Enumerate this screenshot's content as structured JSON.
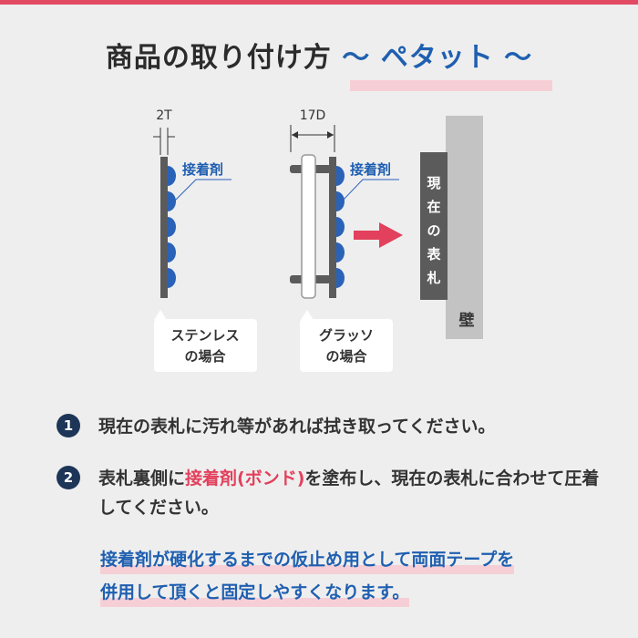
{
  "title": {
    "main": "商品の取り付け方",
    "sub": "～ ペタット ～"
  },
  "diagram": {
    "dim_left": "2T",
    "dim_right": "17D",
    "adhesive_left": "接着剤",
    "adhesive_right": "接着剤",
    "caption_left_1": "ステンレス",
    "caption_left_2": "の場合",
    "caption_right_1": "グラッソ",
    "caption_right_2": "の場合",
    "plate_chars": [
      "現",
      "在",
      "の",
      "表",
      "札"
    ],
    "wall_label": "壁",
    "colors": {
      "plate_dark": "#5b5b5b",
      "adhesive_blue": "#2a62b8",
      "arrow_red": "#e2405c",
      "wall_gray": "#c3c3c3"
    }
  },
  "steps": [
    {
      "num": "1",
      "before": "現在の表札に汚れ等があれば拭き取ってください。",
      "highlight": "",
      "after": ""
    },
    {
      "num": "2",
      "before": "表札裏側に",
      "highlight": "接着剤(ボンド)",
      "after": "を塗布し、現在の表札に合わせて圧着してください。"
    }
  ],
  "note": {
    "line1": "接着剤が硬化するまでの仮止め用として両面テープを",
    "line2": "併用して頂くと固定しやすくなります。"
  }
}
